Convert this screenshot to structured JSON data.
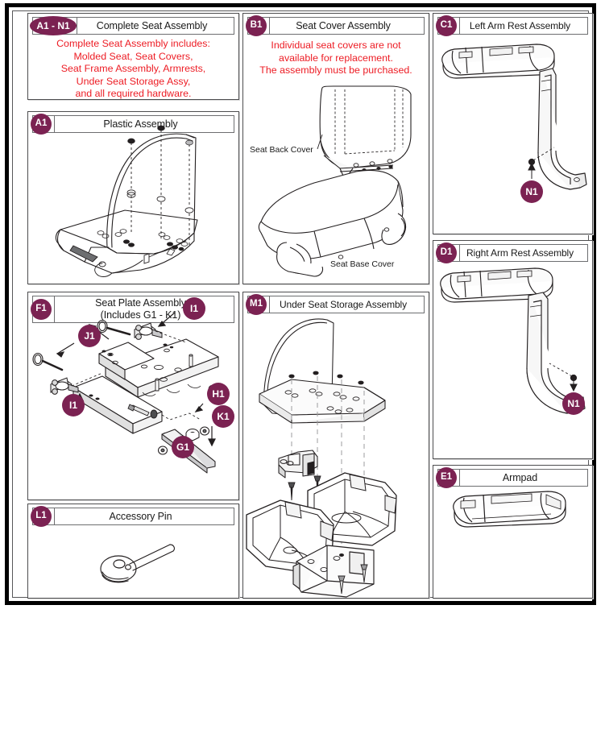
{
  "document": {
    "type": "parts-breakdown-diagram",
    "accent_color": "#7b2252",
    "warning_color": "#ed1c24",
    "line_color": "#231f20"
  },
  "panels": [
    {
      "key": "a1n1",
      "badge": "A1 - N1",
      "title": "Complete Seat Assembly",
      "warning": "Complete Seat Assembly includes:\nMolded Seat, Seat Covers,\nSeat Frame Assembly, Armrests,\nUnder Seat Storage Assy,\nand all required hardware."
    },
    {
      "key": "a1",
      "badge": "A1",
      "title": "Plastic Assembly"
    },
    {
      "key": "f1",
      "badge": "F1",
      "title": "Seat Plate Assembly\n(Includes G1 - K1)"
    },
    {
      "key": "l1",
      "badge": "L1",
      "title": "Accessory Pin"
    },
    {
      "key": "b1",
      "badge": "B1",
      "title": "Seat Cover Assembly",
      "warning": "Individual seat covers are not\navailable for replacement.\nThe assembly must be purchased.",
      "labels": [
        {
          "text": "Seat Back Cover"
        },
        {
          "text": "Seat Base Cover"
        }
      ]
    },
    {
      "key": "m1",
      "badge": "M1",
      "title": "Under Seat Storage Assembly"
    },
    {
      "key": "c1",
      "badge": "C1",
      "title": "Left Arm Rest Assembly",
      "callouts": [
        {
          "label": "N1"
        }
      ]
    },
    {
      "key": "d1",
      "badge": "D1",
      "title": "Right Arm Rest Assembly",
      "callouts": [
        {
          "label": "N1"
        }
      ]
    },
    {
      "key": "e1",
      "badge": "E1",
      "title": "Armpad"
    }
  ],
  "callouts": {
    "f1": [
      {
        "label": "I1"
      },
      {
        "label": "J1"
      },
      {
        "label": "I1"
      },
      {
        "label": "H1"
      },
      {
        "label": "K1"
      },
      {
        "label": "G1"
      }
    ]
  }
}
